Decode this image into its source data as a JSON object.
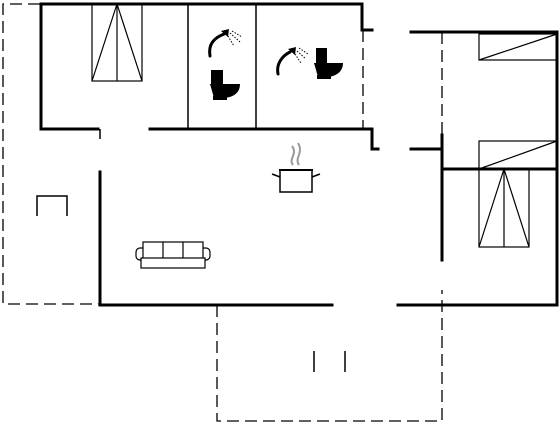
{
  "plan": {
    "colors": {
      "wall": "#000000",
      "background": "#ffffff",
      "steam": "#999999"
    },
    "rooms": [
      {
        "name": "bedroom-1",
        "icons": [
          "single-bed-icon"
        ]
      },
      {
        "name": "bathroom-1",
        "icons": [
          "shower-icon",
          "toilet-icon"
        ]
      },
      {
        "name": "bathroom-2",
        "icons": [
          "shower-icon",
          "toilet-icon"
        ]
      },
      {
        "name": "bedroom-2",
        "icons": [
          "bunk-bed-icon"
        ]
      },
      {
        "name": "bedroom-3",
        "icons": [
          "single-bed-icon"
        ]
      },
      {
        "name": "kitchen-living",
        "icons": [
          "cooking-pot-icon",
          "sofa-icon"
        ]
      },
      {
        "name": "veranda",
        "icons": [
          "table-icon"
        ]
      },
      {
        "name": "terrace",
        "icons": [
          "steps-icon"
        ]
      }
    ]
  }
}
